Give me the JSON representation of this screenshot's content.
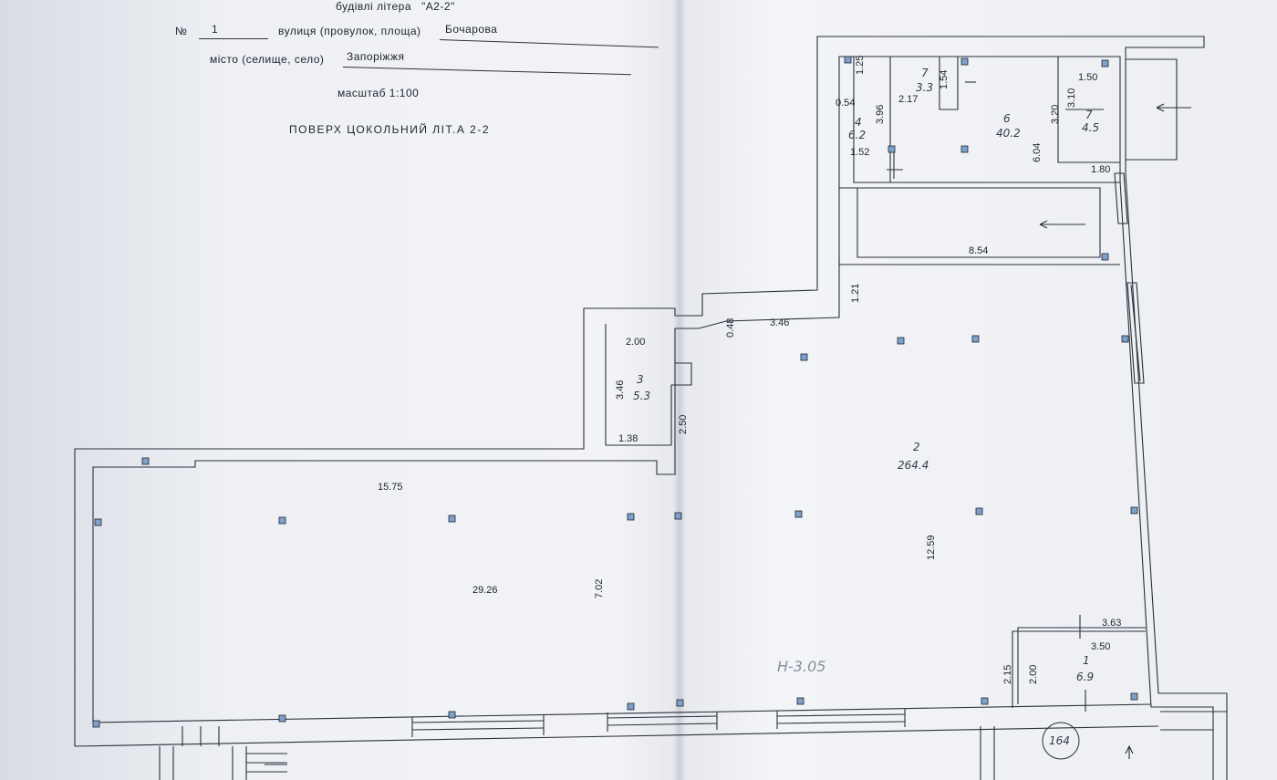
{
  "header": {
    "building_letter_label": "будівлі літера",
    "building_letter_value": "\"А2-2\"",
    "number_label": "№",
    "number_value": "1",
    "street_label": "вулиця  (провулок, площа)",
    "street_value": "Бочарова",
    "city_label": "місто  (селище, село)",
    "city_value": "Запоріжжя",
    "scale": "масштаб  1:100",
    "floor_title": "ПОВЕРХ   ЦОКОЛЬНИЙ   ЛІТ.А 2-2"
  },
  "plan": {
    "stamp_number": "164",
    "height_mark": "Н-3.05",
    "dims": {
      "w1575": "15.75",
      "l2926": "29.26",
      "d702": "7.02",
      "r3w": "2.00",
      "r3h": "3.46",
      "r3b": "1.38",
      "d250": "2.50",
      "d048": "0.48",
      "d346": "3.46",
      "d121": "1.21",
      "d1259": "12.59",
      "d854": "8.54",
      "d125": "1.25",
      "d054": "0.54",
      "d396": "3.96",
      "d152": "1.52",
      "d217": "2.17",
      "d154": "1.54",
      "d604": "6.04",
      "d320": "3.20",
      "d310": "3.10",
      "d150": "1.50",
      "d180": "1.80",
      "d363": "3.63",
      "d350": "3.50",
      "d215": "2.15",
      "d200": "2.00"
    },
    "rooms": {
      "r1": {
        "num": "1",
        "area": "6.9"
      },
      "r2": {
        "num": "2",
        "area": "264.4"
      },
      "r3": {
        "num": "3",
        "area": "5.3"
      },
      "r4": {
        "num": "4",
        "area": "6.2"
      },
      "r5": {
        "num": "7",
        "area": "3.3"
      },
      "r6": {
        "num": "6",
        "area": "40.2"
      },
      "r7": {
        "num": "7",
        "area": "4.5"
      }
    }
  }
}
